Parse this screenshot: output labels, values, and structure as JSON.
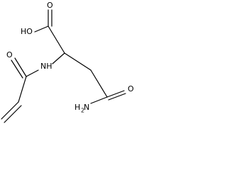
{
  "atoms": {
    "carboxyl_o_double": "O",
    "carboxyl_oh": "HO",
    "amide_nh": "NH",
    "acryloyl_o": "O",
    "amide_o": "O",
    "amide_nh2_n": "H",
    "amide_nh2_sub": "2",
    "amide_nh2_n2": "N"
  },
  "colors": {
    "bond": "#000000",
    "text": "#000000",
    "background": "#ffffff"
  }
}
